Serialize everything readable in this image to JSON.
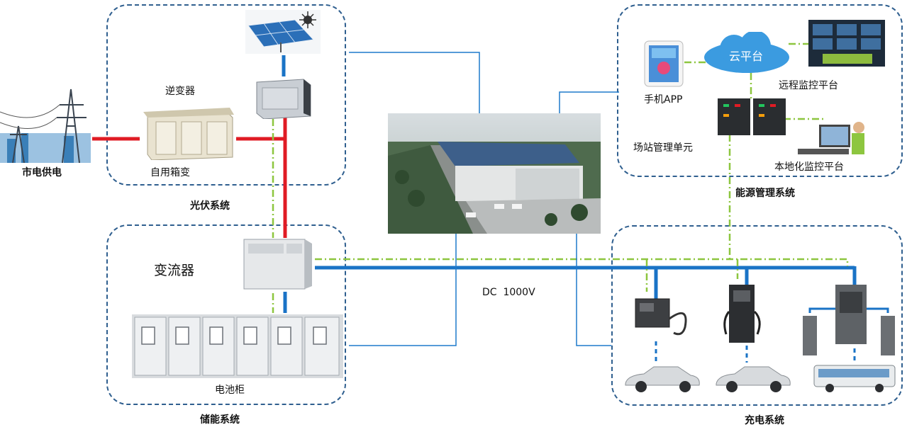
{
  "labels": {
    "grid": "市电供电",
    "inverter": "逆变器",
    "transformer": "自用箱变",
    "pv_system": "光伏系统",
    "converter": "变流器",
    "battery": "电池柜",
    "storage_system": "储能系统",
    "dc_voltage": "DC  1000V",
    "cloud": "云平台",
    "mobile_app": "手机APP",
    "remote_monitor": "远程监控平台",
    "station_unit": "场站管理单元",
    "local_monitor": "本地化监控平台",
    "energy_system": "能源管理系统",
    "charging_system": "充电系统"
  },
  "colors": {
    "ac_line": "#e01b24",
    "dc_bus": "#1a73c6",
    "comm_line": "#8dc63f",
    "signal_line": "#1f7acc",
    "group_border": "#2f5f8f"
  }
}
